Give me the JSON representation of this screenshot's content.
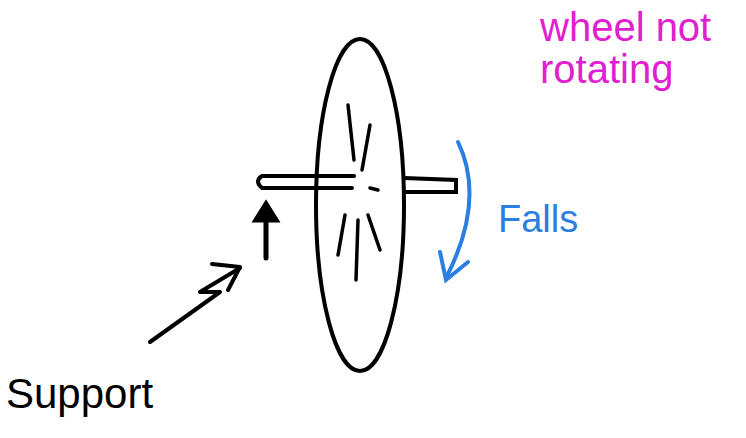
{
  "diagram": {
    "labels": [
      "wheel not rotating",
      "Falls",
      "Support"
    ]
  }
}
